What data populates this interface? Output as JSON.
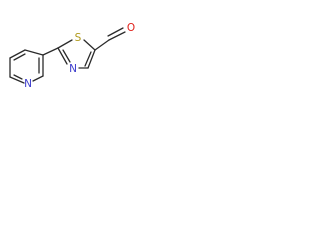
{
  "molecule": {
    "atoms": {
      "sulfur": "S",
      "thiazole_nitrogen": "N",
      "aldehyde_oxygen": "O",
      "pyridine_nitrogen": "N"
    },
    "colors": {
      "bond": "#2b2b2b",
      "sulfur": "#b09a1a",
      "nitrogen": "#3a3acc",
      "oxygen": "#e0201a"
    }
  }
}
